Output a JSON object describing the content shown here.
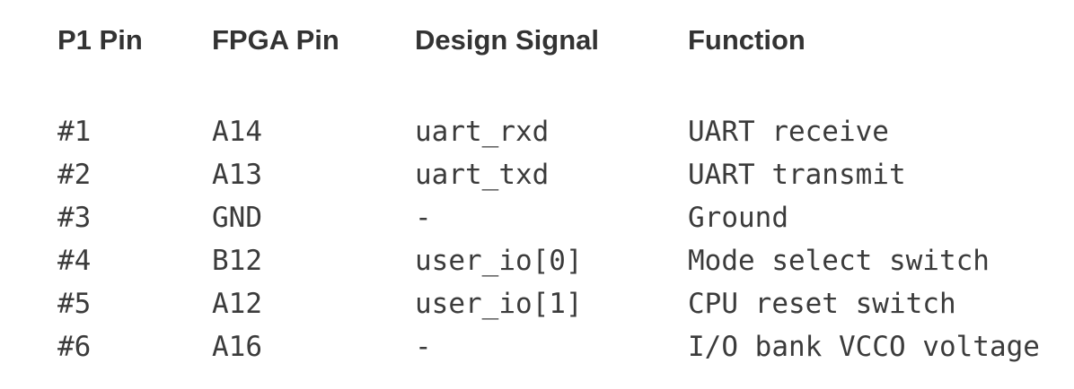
{
  "page": {
    "background_color": "#ffffff",
    "header_text_color": "#333333",
    "body_text_color": "#3b3b3b"
  },
  "table": {
    "headers": [
      "P1 Pin",
      "FPGA Pin",
      "Design Signal",
      "Function"
    ],
    "rows": [
      {
        "p1_pin": "#1",
        "fpga_pin": "A14",
        "design_signal": "uart_rxd",
        "function": "UART receive"
      },
      {
        "p1_pin": "#2",
        "fpga_pin": "A13",
        "design_signal": "uart_txd",
        "function": "UART transmit"
      },
      {
        "p1_pin": "#3",
        "fpga_pin": "GND",
        "design_signal": "-",
        "function": "Ground"
      },
      {
        "p1_pin": "#4",
        "fpga_pin": "B12",
        "design_signal": "user_io[0]",
        "function": "Mode select switch"
      },
      {
        "p1_pin": "#5",
        "fpga_pin": "A12",
        "design_signal": "user_io[1]",
        "function": "CPU reset switch"
      },
      {
        "p1_pin": "#6",
        "fpga_pin": "A16",
        "design_signal": "-",
        "function": "I/O bank VCCO voltage"
      }
    ]
  }
}
